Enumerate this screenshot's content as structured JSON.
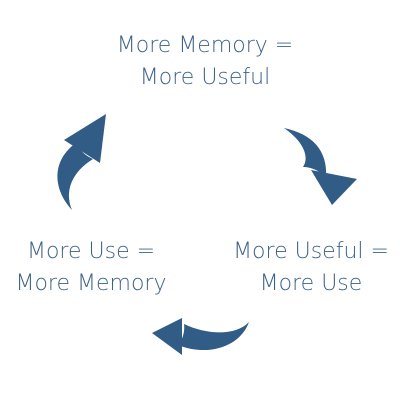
{
  "colors": {
    "text": "#3d6289",
    "arrow": "#315c86"
  },
  "cycle": {
    "top": {
      "line1": "More Memory =",
      "line2": "More Useful"
    },
    "right": {
      "line1": "More Useful =",
      "line2": "More Use"
    },
    "left": {
      "line1": "More Use =",
      "line2": "More Memory"
    }
  },
  "arrows": [
    {
      "name": "arrow-top-to-right",
      "from": "top",
      "to": "right"
    },
    {
      "name": "arrow-right-to-left",
      "from": "right",
      "to": "left"
    },
    {
      "name": "arrow-left-to-top",
      "from": "left",
      "to": "top"
    }
  ]
}
